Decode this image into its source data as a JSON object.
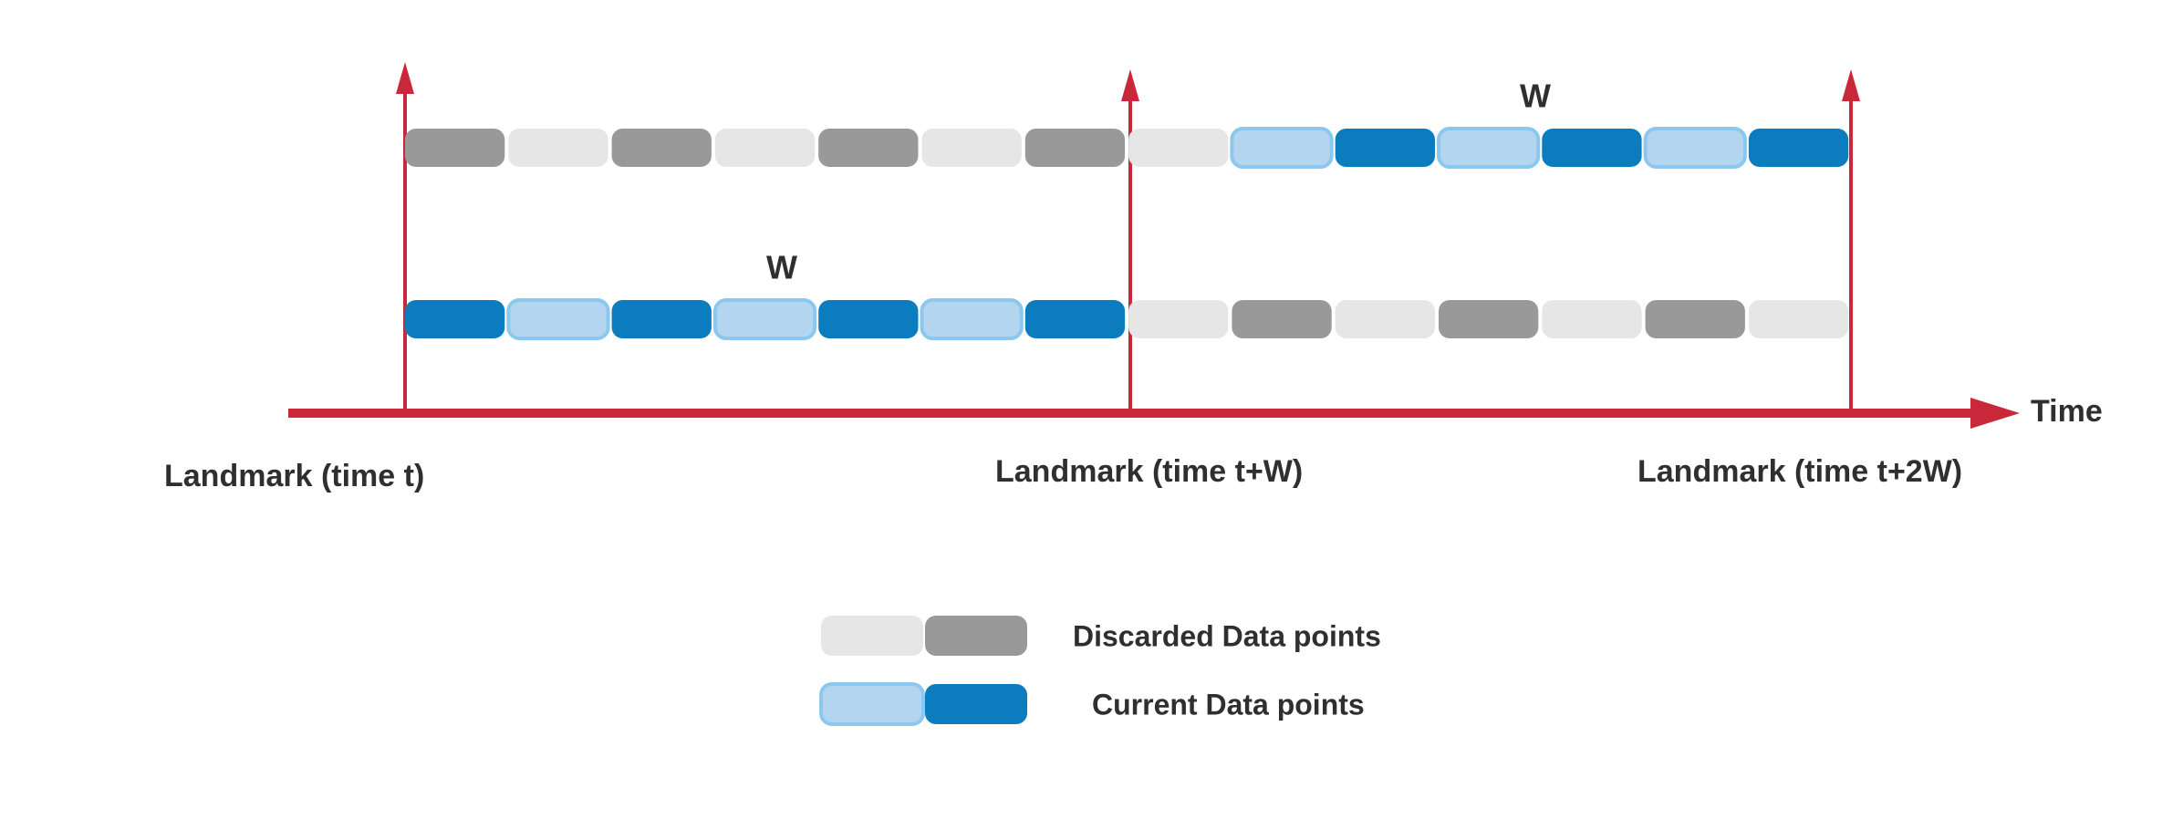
{
  "time_label": "Time",
  "window_label": "W",
  "landmarks": [
    {
      "label": "Landmark (time t)"
    },
    {
      "label": "Landmark (time t+W)"
    },
    {
      "label": "Landmark (time t+2W)"
    }
  ],
  "colors": {
    "axis": "#c8283a",
    "discarded_light": "#e6e6e6",
    "discarded_dark": "#999999",
    "current_light": "#b3d5ef",
    "current_light_border": "#8cc8ee",
    "current_dark": "#0b7cbd",
    "text": "#2f2f2f"
  },
  "rows": [
    {
      "name": "window-2",
      "segments": [
        "discarded-dark",
        "discarded-light",
        "discarded-dark",
        "discarded-light",
        "discarded-dark",
        "discarded-light",
        "discarded-dark",
        "discarded-light",
        "current-light",
        "current-dark",
        "current-light",
        "current-dark",
        "current-light",
        "current-dark"
      ]
    },
    {
      "name": "window-1",
      "segments": [
        "current-dark",
        "current-light",
        "current-dark",
        "current-light",
        "current-dark",
        "current-light",
        "current-dark",
        "discarded-light",
        "discarded-dark",
        "discarded-light",
        "discarded-dark",
        "discarded-light",
        "discarded-dark",
        "discarded-light"
      ]
    }
  ],
  "legend": [
    {
      "label": "Discarded Data points",
      "swatches": [
        "discarded-light",
        "discarded-dark"
      ]
    },
    {
      "label": "Current Data points",
      "swatches": [
        "current-light",
        "current-dark"
      ]
    }
  ]
}
